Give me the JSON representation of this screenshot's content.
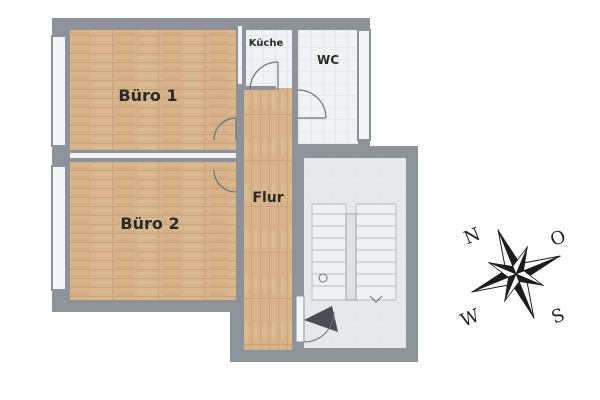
{
  "rooms": {
    "buero1": "Büro 1",
    "buero2": "Büro 2",
    "flur": "Flur",
    "kueche": "Küche",
    "wc": "WC"
  },
  "compass": {
    "n": "N",
    "o": "O",
    "s": "S",
    "w": "W"
  },
  "colors": {
    "wall": "#8e9399",
    "wood": "#d7b58e",
    "tile": "#eef0f2",
    "stair_floor": "#e9eaeb"
  }
}
